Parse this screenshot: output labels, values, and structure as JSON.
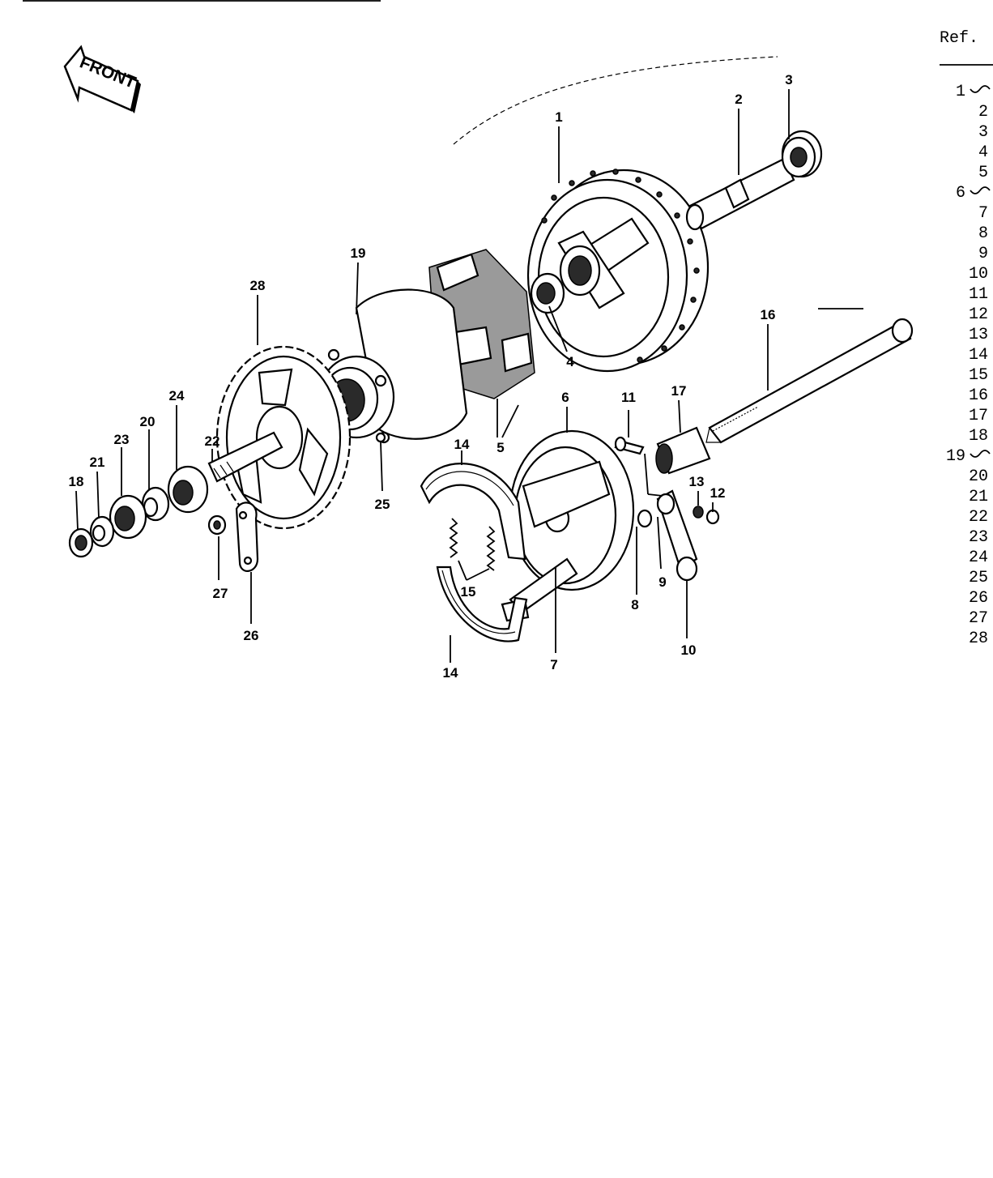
{
  "front_label": "FRONT",
  "table": {
    "header": "Ref.",
    "refs": [
      "1",
      "2",
      "3",
      "4",
      "5",
      "6",
      "7",
      "8",
      "9",
      "10",
      "11",
      "12",
      "13",
      "14",
      "15",
      "16",
      "17",
      "18",
      "19",
      "20",
      "21",
      "22",
      "23",
      "24",
      "25",
      "26",
      "27",
      "28"
    ],
    "range_refs": [
      "1",
      "6",
      "19"
    ]
  },
  "callouts": [
    "1",
    "2",
    "3",
    "4",
    "5",
    "6",
    "7",
    "8",
    "9",
    "10",
    "11",
    "12",
    "13",
    "14",
    "14",
    "15",
    "16",
    "17",
    "18",
    "19",
    "20",
    "21",
    "22",
    "23",
    "24",
    "25",
    "26",
    "27",
    "28"
  ]
}
